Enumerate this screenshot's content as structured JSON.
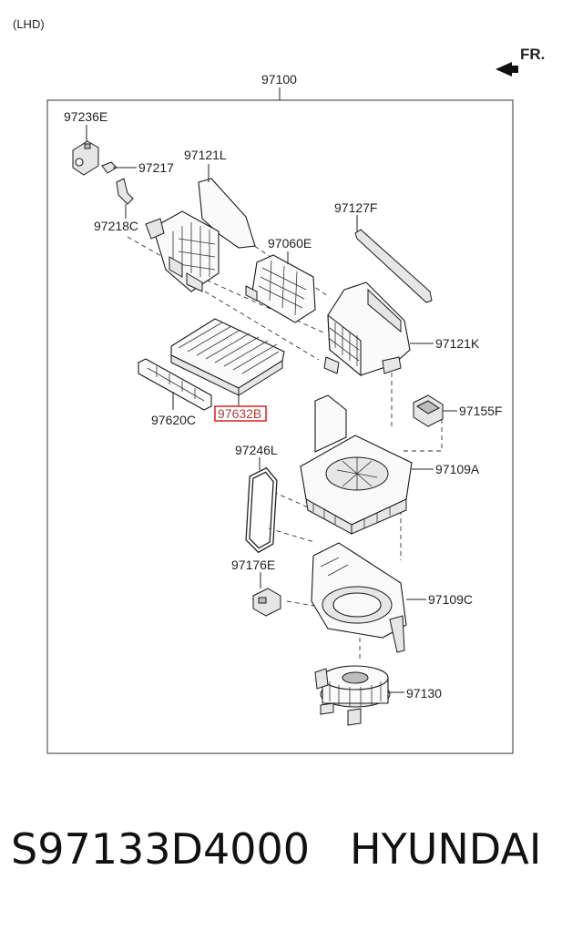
{
  "corner_label": "(LHD)",
  "direction_label": "FR.",
  "assembly_label": "97100",
  "callouts": [
    {
      "id": "97236E"
    },
    {
      "id": "97217"
    },
    {
      "id": "97121L"
    },
    {
      "id": "97218C"
    },
    {
      "id": "97127F"
    },
    {
      "id": "97060E"
    },
    {
      "id": "97121K"
    },
    {
      "id": "97620C"
    },
    {
      "id": "97632B",
      "highlighted": true
    },
    {
      "id": "97155F"
    },
    {
      "id": "97246L"
    },
    {
      "id": "97109A"
    },
    {
      "id": "97176E"
    },
    {
      "id": "97109C"
    },
    {
      "id": "97130"
    }
  ],
  "highlight_color": "#d03030",
  "part_number": "S97133D4000",
  "brand": "HYUNDAI"
}
